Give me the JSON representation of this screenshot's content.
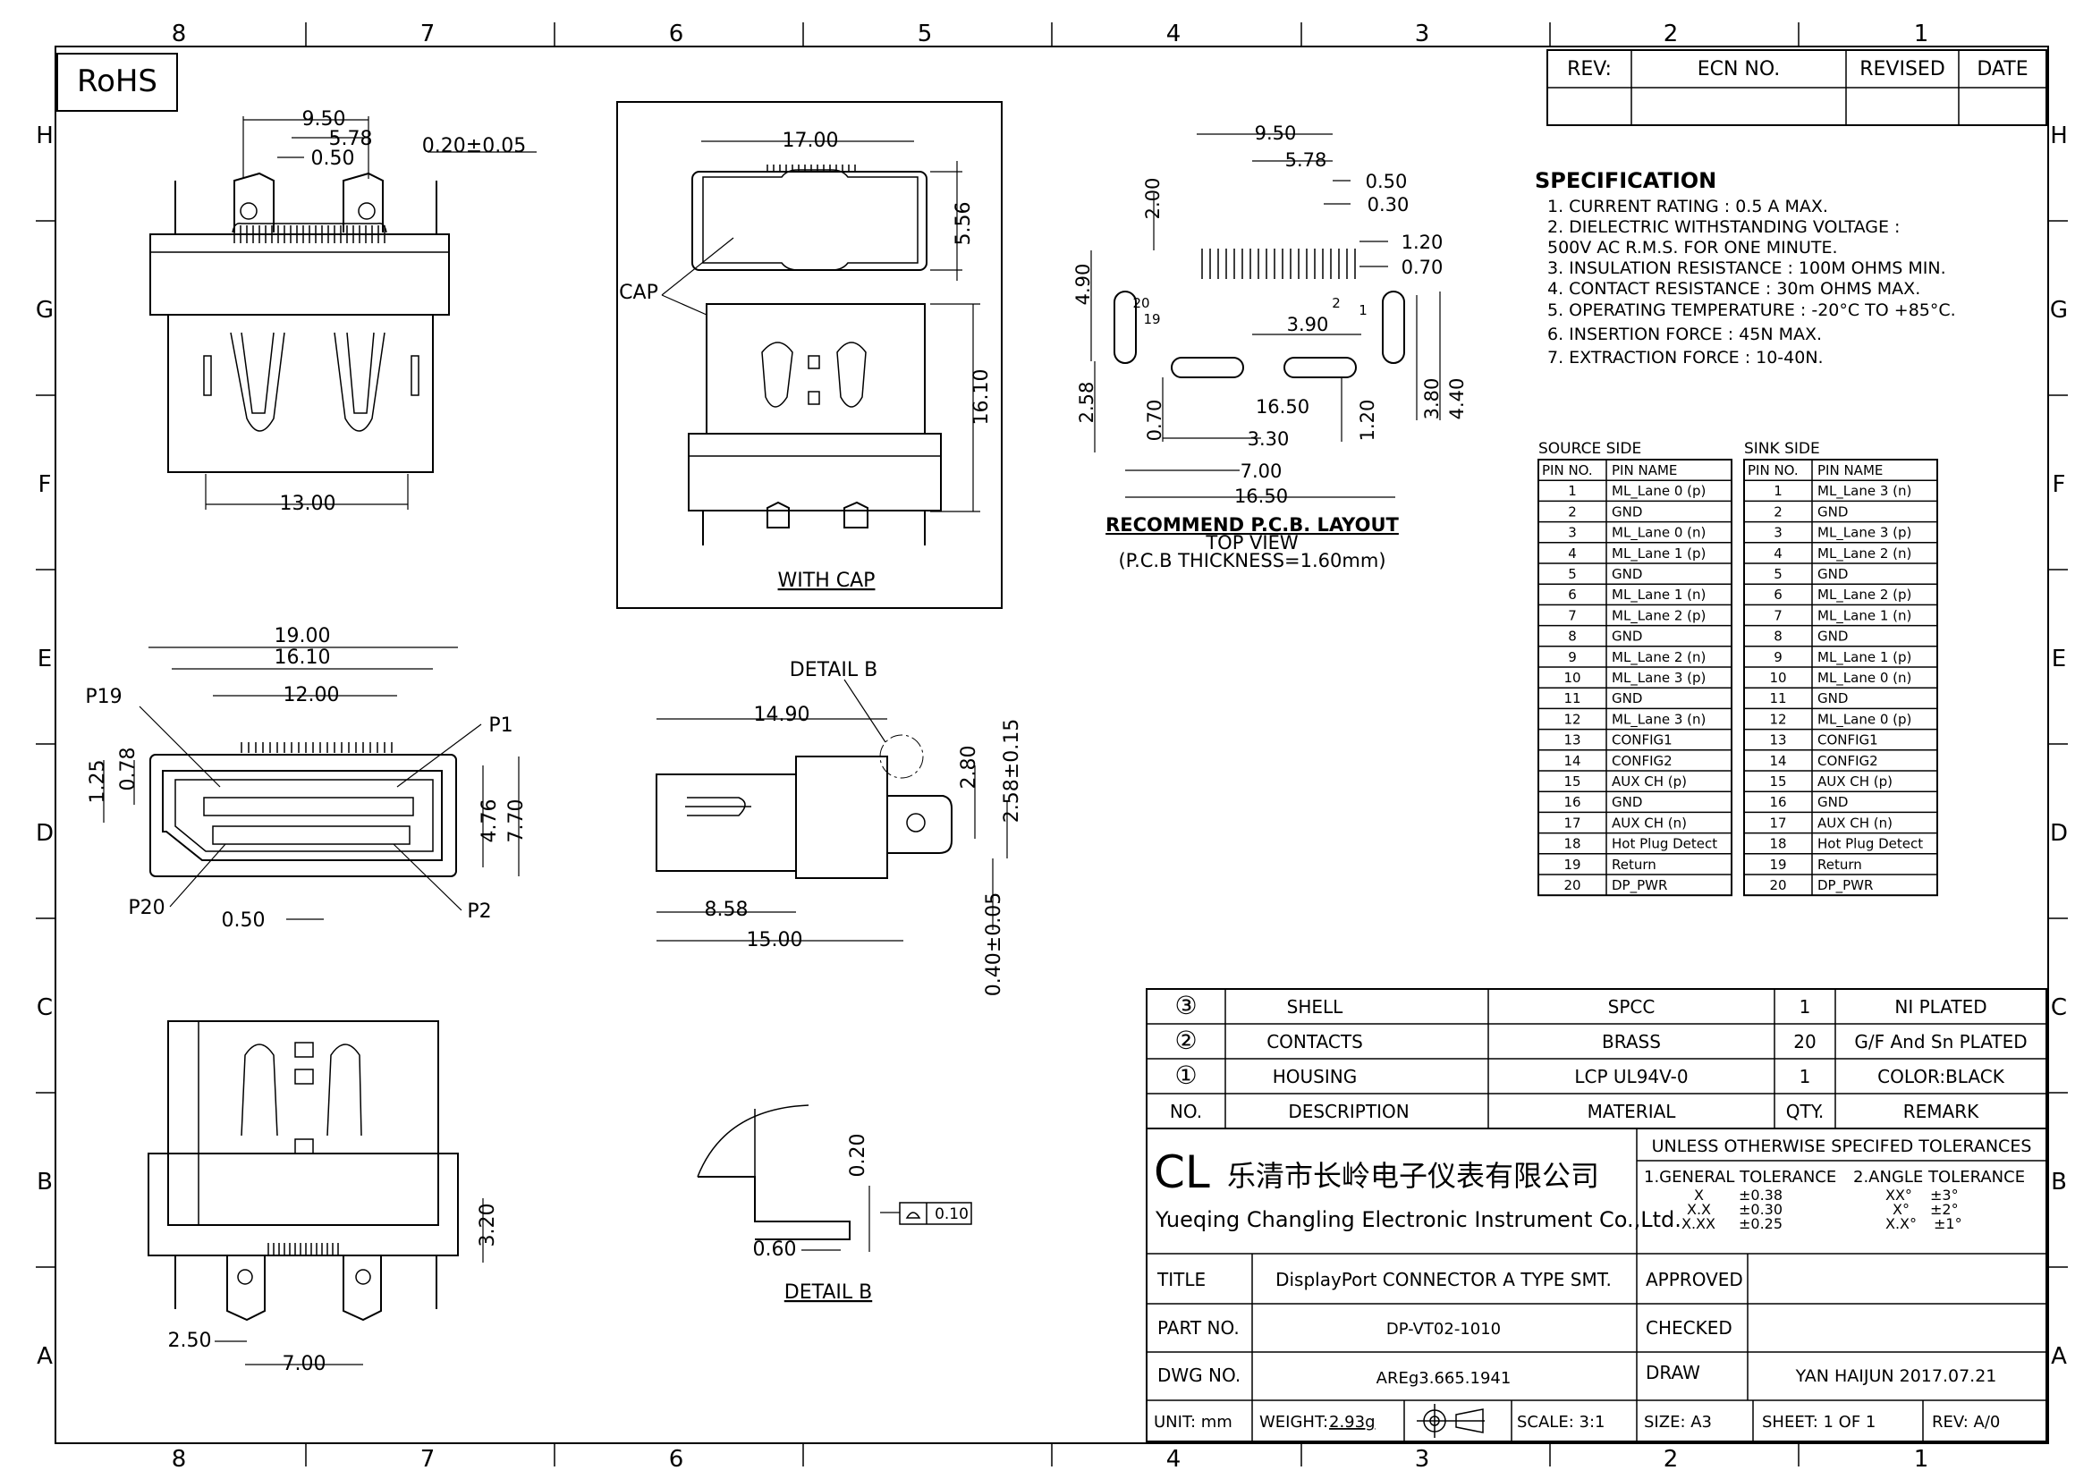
{
  "zones": {
    "cols": [
      "8",
      "7",
      "6",
      "5",
      "4",
      "3",
      "2",
      "1"
    ],
    "rows": [
      "H",
      "G",
      "F",
      "E",
      "D",
      "C",
      "B",
      "A"
    ]
  },
  "rohs": "RoHS",
  "revision": {
    "rev": "REV:",
    "ecn": "ECN   NO.",
    "revised": "REVISED",
    "date": "DATE"
  },
  "spec": {
    "title": "SPECIFICATION",
    "lines": [
      "1. CURRENT RATING : 0.5 A MAX.",
      "2. DIELECTRIC WITHSTANDING VOLTAGE :",
      "   500V AC R.M.S. FOR ONE MINUTE.",
      "3. INSULATION RESISTANCE : 100M OHMS MIN.",
      "4. CONTACT RESISTANCE : 30m OHMS MAX.",
      "5. OPERATING TEMPERATURE : -20°C TO +85°C.",
      "6. INSERTION FORCE : 45N MAX.",
      "7. EXTRACTION FORCE : 10-40N."
    ]
  },
  "pins": {
    "source_title": "SOURCE SIDE",
    "sink_title": "SINK SIDE",
    "header_no": "PIN NO.",
    "header_name": "PIN NAME",
    "source": [
      [
        "1",
        "ML_Lane 0 (p)"
      ],
      [
        "2",
        "GND"
      ],
      [
        "3",
        "ML_Lane 0 (n)"
      ],
      [
        "4",
        "ML_Lane 1 (p)"
      ],
      [
        "5",
        "GND"
      ],
      [
        "6",
        "ML_Lane 1 (n)"
      ],
      [
        "7",
        "ML_Lane 2 (p)"
      ],
      [
        "8",
        "GND"
      ],
      [
        "9",
        "ML_Lane 2 (n)"
      ],
      [
        "10",
        "ML_Lane 3 (p)"
      ],
      [
        "11",
        "GND"
      ],
      [
        "12",
        "ML_Lane 3 (n)"
      ],
      [
        "13",
        "CONFIG1"
      ],
      [
        "14",
        "CONFIG2"
      ],
      [
        "15",
        "AUX CH (p)"
      ],
      [
        "16",
        "GND"
      ],
      [
        "17",
        "AUX CH (n)"
      ],
      [
        "18",
        "Hot Plug Detect"
      ],
      [
        "19",
        "Return"
      ],
      [
        "20",
        "DP_PWR"
      ]
    ],
    "sink": [
      [
        "1",
        "ML_Lane 3 (n)"
      ],
      [
        "2",
        "GND"
      ],
      [
        "3",
        "ML_Lane 3 (p)"
      ],
      [
        "4",
        "ML_Lane 2 (n)"
      ],
      [
        "5",
        "GND"
      ],
      [
        "6",
        "ML_Lane 2 (p)"
      ],
      [
        "7",
        "ML_Lane 1 (n)"
      ],
      [
        "8",
        "GND"
      ],
      [
        "9",
        "ML_Lane 1 (p)"
      ],
      [
        "10",
        "ML_Lane 0 (n)"
      ],
      [
        "11",
        "GND"
      ],
      [
        "12",
        "ML_Lane 0 (p)"
      ],
      [
        "13",
        "CONFIG1"
      ],
      [
        "14",
        "CONFIG2"
      ],
      [
        "15",
        "AUX CH (p)"
      ],
      [
        "16",
        "GND"
      ],
      [
        "17",
        "AUX CH (n)"
      ],
      [
        "18",
        "Hot Plug Detect"
      ],
      [
        "19",
        "Return"
      ],
      [
        "20",
        "DP_PWR"
      ]
    ]
  },
  "views": {
    "front": {
      "d950": "9.50",
      "d578": "5.78",
      "d050": "0.50",
      "d020": "0.20±0.05",
      "d1300": "13.00"
    },
    "cap": {
      "d1700": "17.00",
      "d556": "5.56",
      "d1610": "16.10",
      "cap": "CAP",
      "title": "WITH CAP"
    },
    "pcb": {
      "d950": "9.50",
      "d578": "5.78",
      "d050": "0.50",
      "d030": "0.30",
      "d200": "2.00",
      "d120a": "1.20",
      "d070a": "0.70",
      "d490": "4.90",
      "d390": "3.90",
      "d258": "2.58",
      "d070b": "0.70",
      "d330": "3.30",
      "d1650a": "16.50",
      "d120b": "1.20",
      "d380": "3.80",
      "d440": "4.40",
      "d700": "7.00",
      "d1650b": "16.50",
      "p20": "20",
      "p19": "19",
      "p2": "2",
      "p1": "1",
      "t1": "RECOMMEND P.C.B. LAYOUT",
      "t2": "TOP VIEW",
      "t3": "(P.C.B THICKNESS=1.60mm)"
    },
    "face": {
      "d1900": "19.00",
      "d1610": "16.10",
      "d1200": "12.00",
      "d125": "1.25",
      "d078": "0.78",
      "d476": "4.76",
      "d770": "7.70",
      "d050": "0.50",
      "p19": "P19",
      "p1": "P1",
      "p20": "P20",
      "p2": "P2"
    },
    "side": {
      "detail": "DETAIL B",
      "d1490": "14.90",
      "d280": "2.80",
      "d258": "2.58±0.15",
      "d858": "8.58",
      "d1500": "15.00",
      "d040": "0.40±0.05"
    },
    "detail": {
      "d020": "0.20",
      "d060": "0.60",
      "tol": "0.10",
      "title": "DETAIL B"
    },
    "bottom": {
      "d320": "3.20",
      "d250": "2.50",
      "d700": "7.00"
    }
  },
  "bom": {
    "rows": [
      {
        "no": "③",
        "desc": "SHELL",
        "mat": "SPCC",
        "qty": "1",
        "remark": "NI PLATED"
      },
      {
        "no": "②",
        "desc": "CONTACTS",
        "mat": "BRASS",
        "qty": "20",
        "remark": "G/F And Sn PLATED"
      },
      {
        "no": "①",
        "desc": "HOUSING",
        "mat": "LCP UL94V-0",
        "qty": "1",
        "remark": "COLOR:BLACK"
      }
    ],
    "header": {
      "no": "NO.",
      "desc": "DESCRIPTION",
      "mat": "MATERIAL",
      "qty": "QTY.",
      "remark": "REMARK"
    }
  },
  "company": {
    "logo": "CL",
    "cn": "乐清市长岭电子仪表有限公司",
    "en": "Yueqing Changling Electronic Instrument Co.,Ltd."
  },
  "tolerances": {
    "title": "UNLESS OTHERWISE SPECIFED TOLERANCES",
    "general": "1.GENERAL TOLERANCE",
    "angle": "2.ANGLE TOLERANCE",
    "g": [
      [
        "X",
        "±0.38"
      ],
      [
        "X.X",
        "±0.30"
      ],
      [
        "X.XX",
        "±0.25"
      ]
    ],
    "a": [
      [
        "XX°",
        "±3°"
      ],
      [
        "X°",
        "±2°"
      ],
      [
        "X.X°",
        "±1°"
      ]
    ]
  },
  "titleblock": {
    "title_lbl": "TITLE",
    "title": "DisplayPort CONNECTOR A TYPE  SMT.",
    "part_lbl": "PART NO.",
    "part": "DP-VT02-1010",
    "dwg_lbl": "DWG NO.",
    "dwg": "AREg3.665.1941",
    "unit": "UNIT: mm",
    "weight_lbl": "WEIGHT:",
    "weight": "2.93g",
    "scale": "SCALE: 3:1",
    "size": "SIZE: A3",
    "sheet": "SHEET: 1 OF 1",
    "rev": "REV: A/0",
    "approved": "APPROVED",
    "checked": "CHECKED",
    "draw": "DRAW",
    "drawer": "YAN HAIJUN 2017.07.21"
  }
}
